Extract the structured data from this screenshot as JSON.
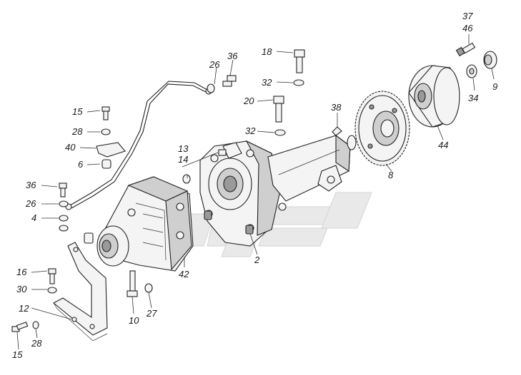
{
  "diagram": {
    "callouts": [
      "37",
      "46",
      "18",
      "36",
      "26",
      "32",
      "20",
      "15",
      "28",
      "40",
      "6",
      "38",
      "13",
      "14",
      "9",
      "34",
      "44",
      "8",
      "36",
      "26",
      "4",
      "16",
      "30",
      "12",
      "15",
      "28",
      "10",
      "27",
      "42",
      "2",
      "32"
    ]
  }
}
